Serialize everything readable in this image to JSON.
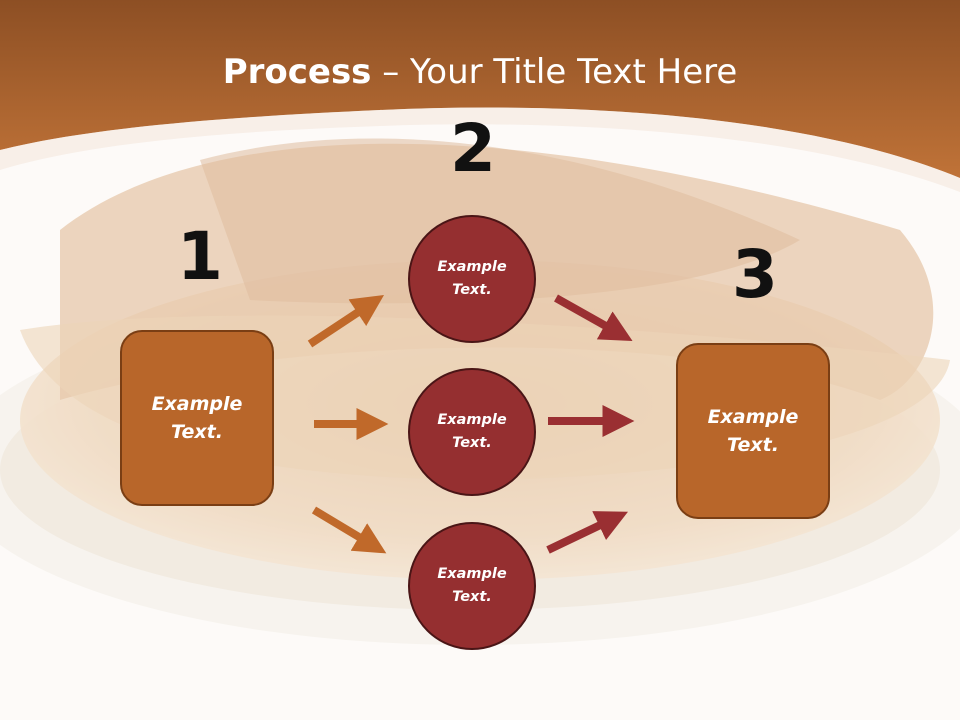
{
  "title": {
    "bold": "Process",
    "rest": " – Your Title Text Here"
  },
  "steps": {
    "one": "1",
    "two": "2",
    "three": "3"
  },
  "left_box": {
    "label": "Example Text."
  },
  "right_box": {
    "label": "Example Text."
  },
  "circles": [
    {
      "label": "Example Text."
    },
    {
      "label": "Example Text."
    },
    {
      "label": "Example Text."
    }
  ],
  "colors": {
    "header": "#b8662a",
    "box_fill": "#b8662a",
    "circle_fill": "#952f30",
    "arrow_orange": "#c0692a",
    "arrow_red": "#9a2f32"
  }
}
